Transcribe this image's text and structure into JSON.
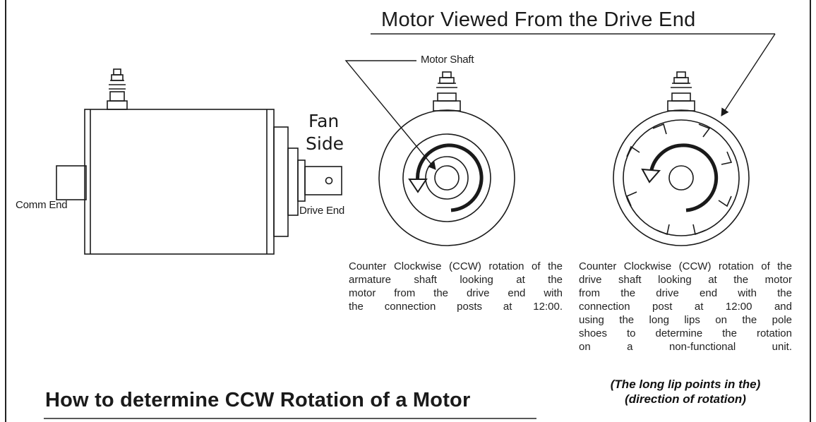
{
  "labels": {
    "top_title": "Motor Viewed From the Drive End",
    "motor_shaft": "Motor Shaft",
    "fan": "Fan",
    "side": "Side",
    "comm_end": "Comm End",
    "drive_end": "Drive End",
    "bottom_title": "How to determine CCW Rotation of a Motor"
  },
  "caption_middle": [
    "Counter Clockwise (CCW) rotation of the",
    "armature shaft looking at the",
    "motor from the drive end with",
    "the connection posts at 12:00."
  ],
  "caption_right": [
    "Counter Clockwise (CCW) rotation of the",
    "drive shaft looking at the motor",
    "from the drive end with the",
    "connection post at 12:00 and",
    "using the long lips on the pole",
    "shoes to determine the rotation",
    "on a non-functional unit."
  ],
  "note": {
    "line1": "(The long lip points in the)",
    "line2": "(direction of rotation)"
  },
  "colors": {
    "ink": "#1a1a1a",
    "background": "#ffffff"
  }
}
